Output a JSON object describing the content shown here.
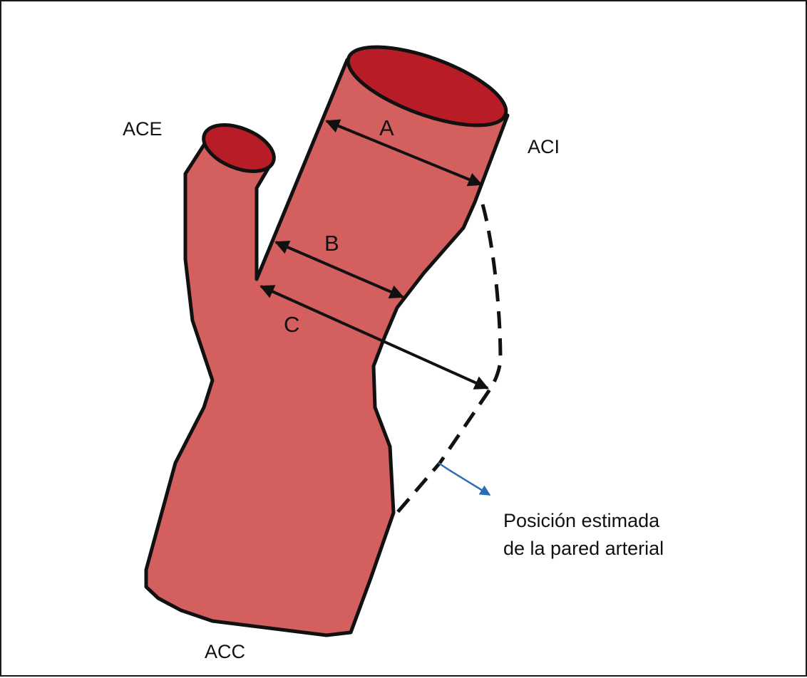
{
  "labels": {
    "ace": "ACE",
    "aci": "ACI",
    "acc": "ACC",
    "a": "A",
    "b": "B",
    "c": "C"
  },
  "caption": {
    "line1": "Posición estimada",
    "line2": "de la pared arterial"
  },
  "colors": {
    "vessel_fill": "#d45f5f",
    "lumen_fill": "#b81c26",
    "outline": "#111111",
    "pointer_arrow": "#2e6db4"
  }
}
